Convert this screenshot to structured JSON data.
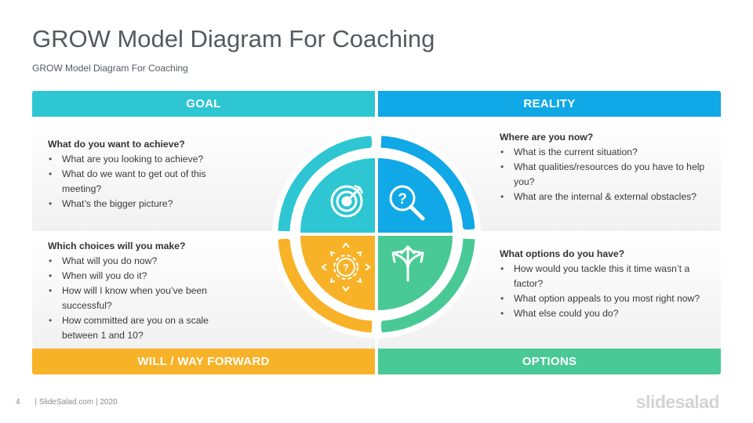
{
  "title": "GROW Model Diagram For Coaching",
  "subtitle": "GROW Model  Diagram  For Coaching",
  "sections": {
    "goal": {
      "label": "GOAL",
      "question": "What do you want to achieve?",
      "items": [
        "What  are you looking  to achieve?",
        "What  do we want to get out of this meeting?",
        "What’s the bigger picture?"
      ]
    },
    "reality": {
      "label": "REALITY",
      "question": "Where are you now?",
      "items": [
        "What  is the current situation?",
        "What  qualities/resources  do you have to help you?",
        "What  are the internal  & external obstacles?"
      ]
    },
    "will": {
      "label": "WILL / WAY FORWARD",
      "question": "Which choices will you make?",
      "items": [
        "What  will you do now?",
        "When will you do it?",
        "How will I know when you’ve been successful?",
        "How committed  are you on a scale between 1 and 10?"
      ]
    },
    "options": {
      "label": "OPTIONS",
      "question": "What options  do you have?",
      "items": [
        "How would  you tackle this it time wasn’t a factor?",
        "What  option appeals to you most right now?",
        "What else could you do?"
      ]
    }
  },
  "icons": {
    "goal": "target-icon",
    "reality": "magnifier-question-icon",
    "will": "gear-arrows-question-icon",
    "options": "split-arrows-icon"
  },
  "colors": {
    "goal": "#2dc6d2",
    "reality": "#10a8e6",
    "will": "#f8b227",
    "options": "#49c995"
  },
  "footer": {
    "page_number": "4",
    "credit": "| SlideSalad.com | 2020"
  },
  "logo_text": "slidesalad"
}
